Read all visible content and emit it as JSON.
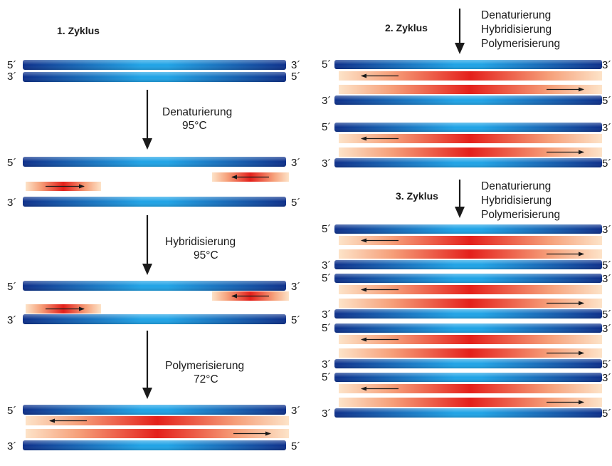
{
  "cycles": [
    {
      "title": "1. Zyklus"
    },
    {
      "title": "2. Zyklus"
    },
    {
      "title": "3. Zyklus"
    }
  ],
  "cycle1_steps": [
    {
      "name": "Denaturierung",
      "temp": "95°C"
    },
    {
      "name": "Hybridisierung",
      "temp": "95°C"
    },
    {
      "name": "Polymerisierung",
      "temp": "72°C"
    }
  ],
  "later_steps": [
    "Denaturierung",
    "Hybridisierung",
    "Polymerisierung"
  ],
  "end_labels": {
    "five_prime": "5´",
    "three_prime": "3´"
  },
  "colors": {
    "template_strand": "#1e5fae",
    "template_highlight": "#1aa7e6",
    "primer_strand": "#f07a50",
    "primer_highlight": "#e01818",
    "arrow": "#1a1a1a"
  }
}
